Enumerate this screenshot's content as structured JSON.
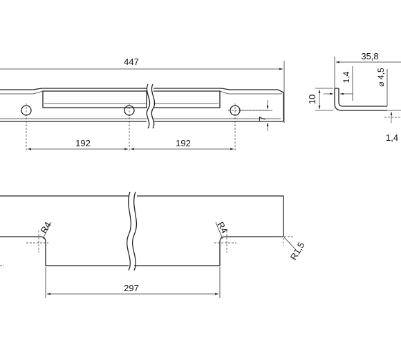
{
  "drawing": {
    "front_view": {
      "overall_length": "447",
      "hole_spacing_left": "192",
      "hole_spacing_right": "192",
      "hole_offset": "7"
    },
    "side_view": {
      "width": "35,8",
      "height": "10",
      "thickness_top": "1,4",
      "hole_diameter": "⌀ 4,5",
      "thickness_bottom": "1,4"
    },
    "cut_view": {
      "radius_left": "R4",
      "radius_mid": "R4",
      "radius_corner": "R1,5",
      "cut_length": "297"
    }
  }
}
